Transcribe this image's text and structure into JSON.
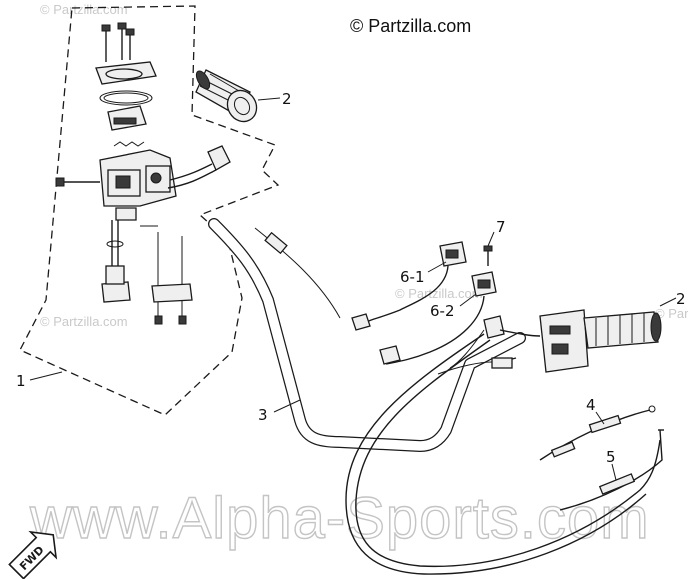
{
  "copyright": "© Partzilla.com",
  "watermarks": {
    "small": "© Partzilla.com",
    "large": "www.Alpha-Sports.com"
  },
  "callouts": {
    "switch_assembly": "1",
    "grip_left": "2",
    "grip_right": "2",
    "handlebar": "3",
    "cable_4": "4",
    "cable_5": "5",
    "connector_6_1": "6-1",
    "connector_6_2": "6-2",
    "screw_7": "7"
  },
  "fwd_label": "FWD"
}
